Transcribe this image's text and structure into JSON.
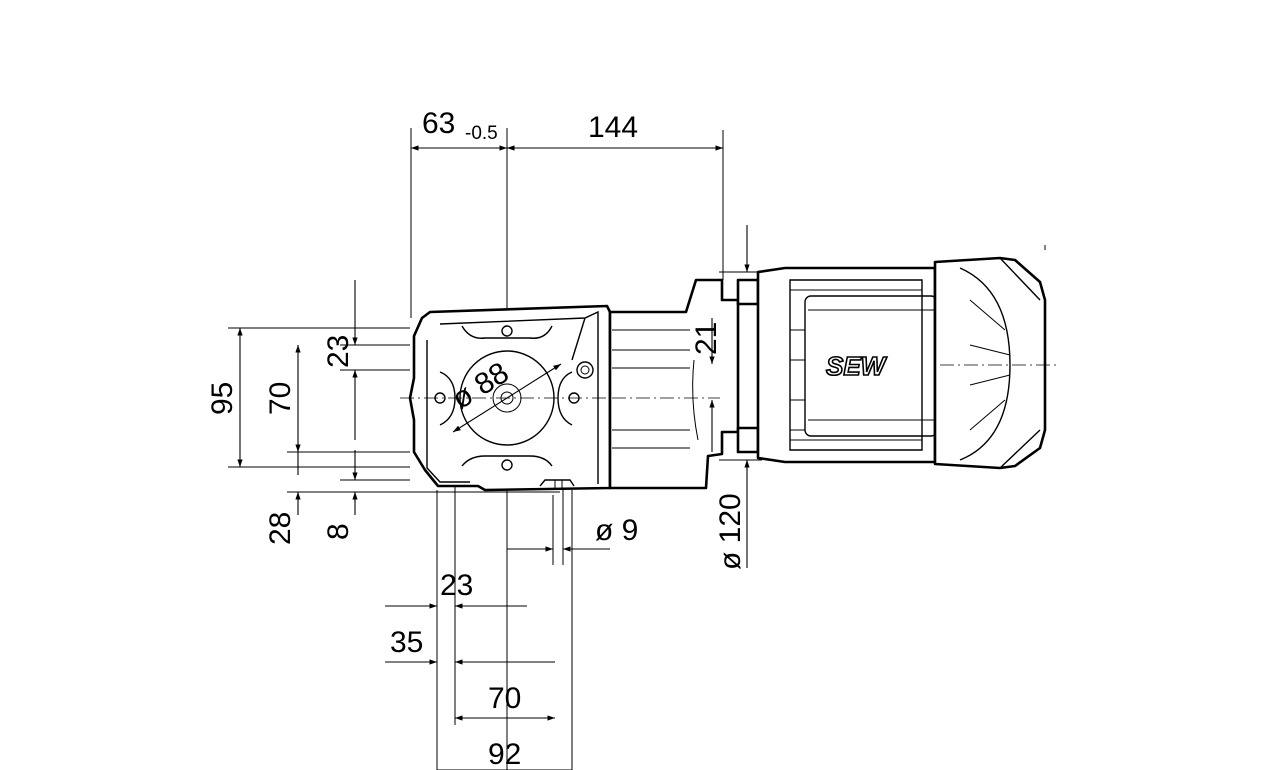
{
  "dimensions": {
    "d63": "63",
    "d63_tolerance": "-0.5",
    "d144": "144",
    "d95": "95",
    "d70_vertical": "70",
    "d23_vertical": "23",
    "d28": "28",
    "d8": "8",
    "d88": "ø 88",
    "d21": "21",
    "d120": "ø 120",
    "d9": "ø 9",
    "d23_horizontal": "23",
    "d35": "35",
    "d70_horizontal": "70",
    "d92": "92"
  },
  "logo": "SEW"
}
